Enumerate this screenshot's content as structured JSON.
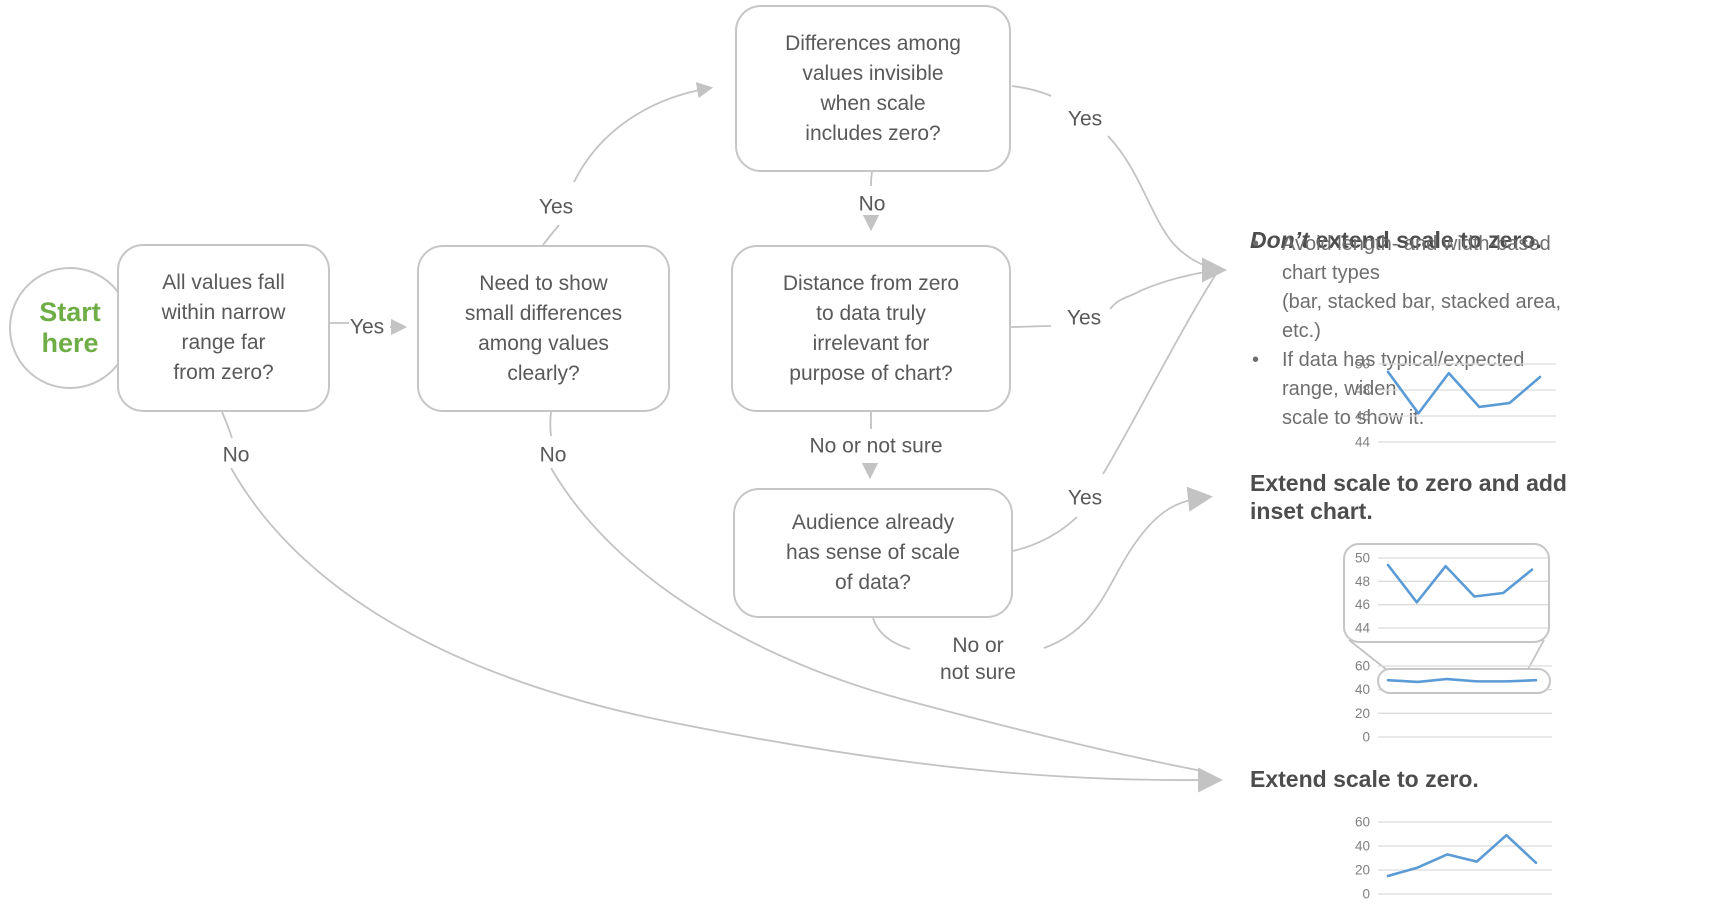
{
  "diagram": {
    "start_label": "Start\nhere",
    "nodes": {
      "q1": "All values fall\nwithin narrow\nrange far\nfrom zero?",
      "q2": "Need to show\nsmall differences\namong values\nclearly?",
      "q3": "Differences among\nvalues invisible\nwhen scale\nincludes zero?",
      "q4": "Distance from zero\nto data truly\nirrelevant for\npurpose of chart?",
      "q5": "Audience already\nhas sense of scale\nof data?"
    },
    "edge_labels": {
      "yes": "Yes",
      "no": "No",
      "no_or_not_sure": "No or not sure",
      "no_or_not_sure_2line": "No or\nnot sure"
    }
  },
  "outcomes": {
    "dont_extend": {
      "title_emphasis": "Don’t",
      "title_rest": " extend scale to zero.",
      "bullet_char": "•",
      "bullets": [
        "Avoid length- and width-based chart types\n(bar, stacked bar, stacked area, etc.)",
        "If data has typical/expected range, widen\nscale to show it."
      ]
    },
    "extend_inset": {
      "title": "Extend scale to zero and add\ninset chart."
    },
    "extend": {
      "title": "Extend scale to zero."
    }
  },
  "colors": {
    "start_green": "#6FAD47",
    "body_text": "#595959",
    "heading_text": "#4d4d4d",
    "connector_gray": "#C3C3C3",
    "chart_line_blue": "#5B9BD5",
    "gridline_gray": "#DCDCDC",
    "tick_text_gray": "#808080"
  },
  "chart_data": [
    {
      "id": "dont-extend-narrow-scale",
      "type": "line",
      "grid": true,
      "legend": "none",
      "yticks": [
        50,
        48,
        46,
        44
      ],
      "ylim": [
        44,
        50
      ],
      "x": [
        1,
        2,
        3,
        4,
        5,
        6
      ],
      "values": [
        49.4,
        46.2,
        49.3,
        46.7,
        47.0,
        49.0
      ]
    },
    {
      "id": "inset-zoomed-chart",
      "type": "line",
      "grid": true,
      "legend": "none",
      "yticks": [
        50,
        48,
        46,
        44
      ],
      "ylim": [
        44,
        50
      ],
      "x": [
        1,
        2,
        3,
        4,
        5,
        6
      ],
      "values": [
        49.4,
        46.2,
        49.3,
        46.7,
        47.0,
        49.0
      ]
    },
    {
      "id": "inset-full-zero-scale",
      "type": "line",
      "grid": true,
      "legend": "none",
      "highlight": true,
      "yticks": [
        60,
        40,
        20,
        0
      ],
      "ylim": [
        0,
        60
      ],
      "x": [
        1,
        2,
        3,
        4,
        5,
        6
      ],
      "values": [
        48,
        46.5,
        49,
        47,
        47,
        48
      ]
    },
    {
      "id": "extend-zero-scale",
      "type": "line",
      "grid": true,
      "legend": "none",
      "yticks": [
        60,
        40,
        20,
        0
      ],
      "ylim": [
        0,
        60
      ],
      "x": [
        1,
        2,
        3,
        4,
        5,
        6
      ],
      "values": [
        15,
        22,
        33,
        27,
        49,
        26
      ]
    }
  ]
}
